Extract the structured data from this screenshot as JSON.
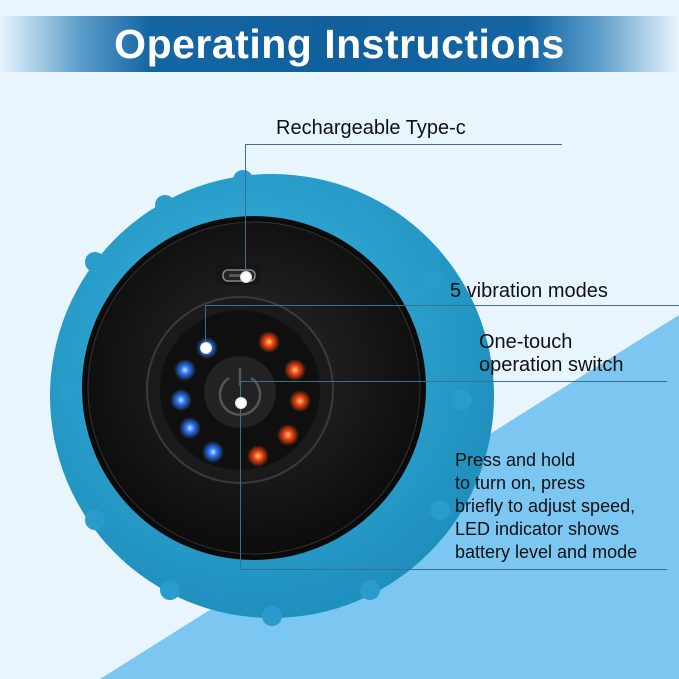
{
  "header": {
    "title": "Operating Instructions"
  },
  "callouts": [
    {
      "id": "type-c",
      "label": "Rechargeable Type-c"
    },
    {
      "id": "modes",
      "label": "5 vibration modes"
    },
    {
      "id": "switch",
      "label_line1": "One-touch",
      "label_line2": "operation switch"
    },
    {
      "id": "instructions",
      "lines": [
        "Press and hold",
        "to turn on, press",
        "briefly to adjust speed,",
        "LED indicator shows",
        "battery level and mode"
      ]
    }
  ],
  "device": {
    "led_blue_count": 5,
    "led_red_count": 5,
    "colors": {
      "shell": "#2aa3cf",
      "face": "#141414",
      "led_blue": "#2f7bff",
      "led_red": "#ff4a10"
    },
    "icons": [
      "usb-c-port-icon",
      "power-icon"
    ]
  },
  "colors": {
    "banner": "#115f9d",
    "background": "#e8f5fd",
    "wedge": "#7cc6f2",
    "leader_line": "#3d6e8c"
  }
}
